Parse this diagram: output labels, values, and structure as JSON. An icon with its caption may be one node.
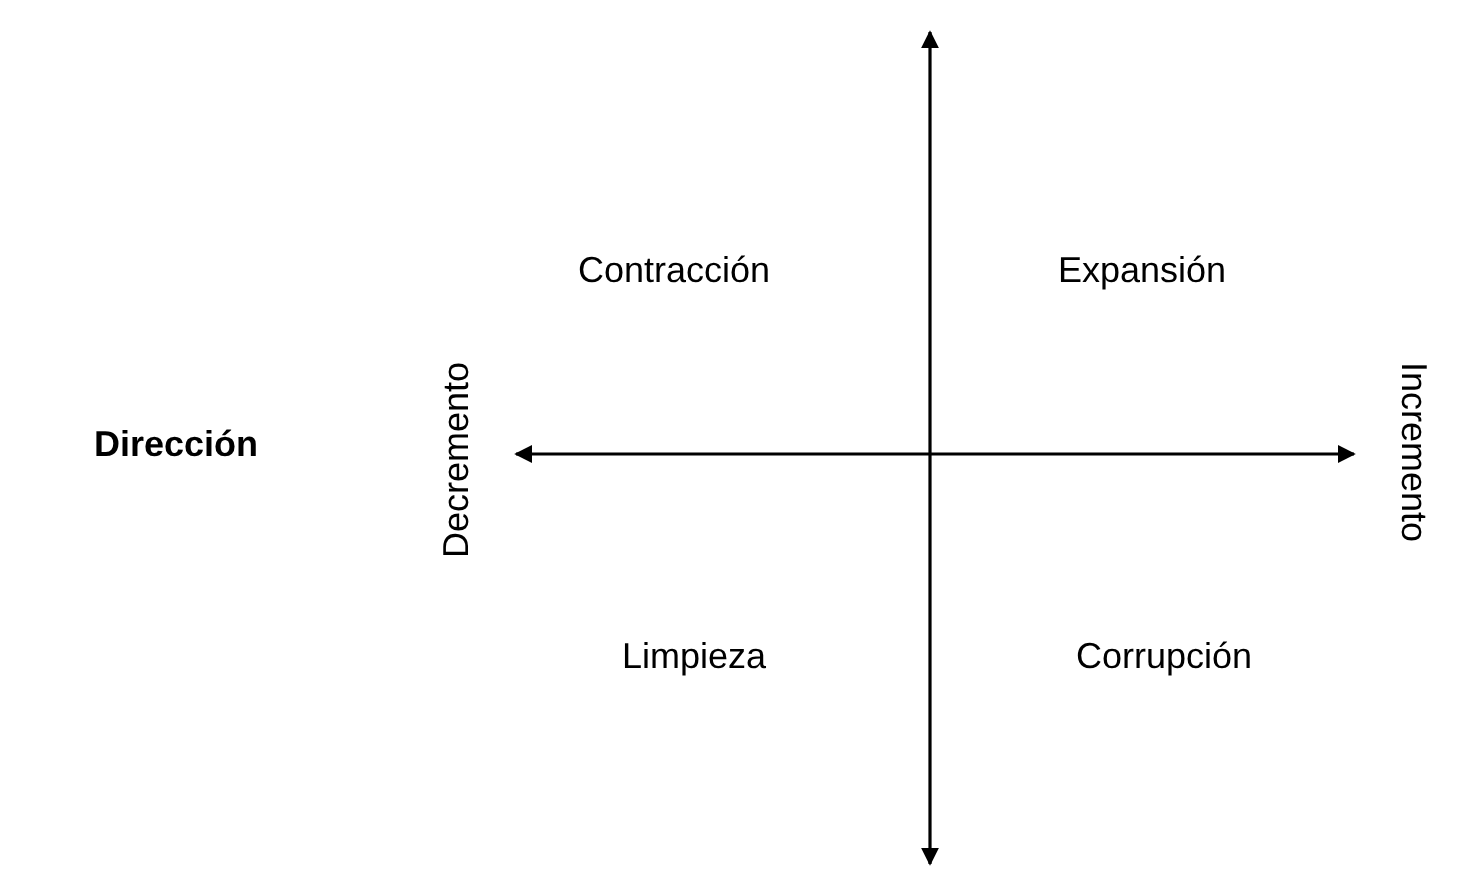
{
  "diagram": {
    "labels": [
      "Contracción",
      "Expansión",
      "Dirección",
      "Decremento",
      "Incremento",
      "Limpieza",
      "Corrupción"
    ]
  }
}
